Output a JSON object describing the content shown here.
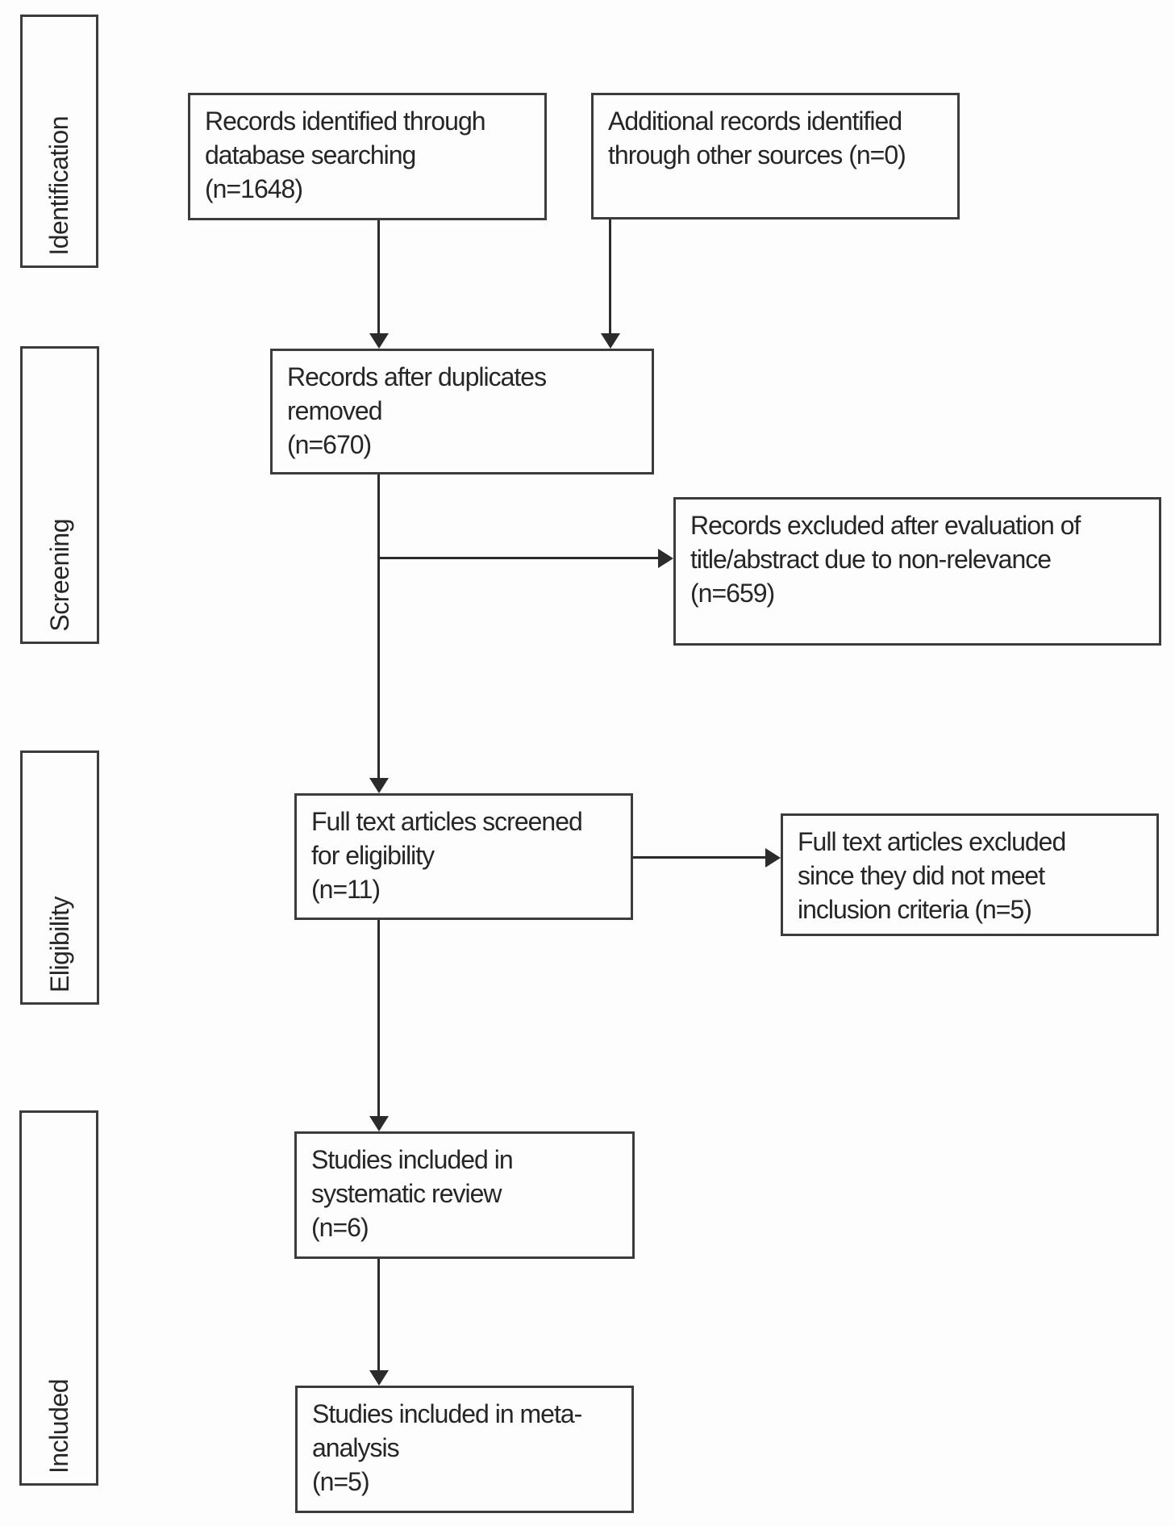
{
  "diagram_type": "prisma-flow-diagram",
  "stages": [
    {
      "label": "Identification"
    },
    {
      "label": "Screening"
    },
    {
      "label": "Eligibility"
    },
    {
      "label": "Included"
    }
  ],
  "nodes": {
    "identified": {
      "text": "Records identified through\ndatabase searching\n(n=1648)",
      "n": 1648
    },
    "additional": {
      "text": "Additional records identified\nthrough other sources (n=0)",
      "n": 0
    },
    "deduplicated": {
      "text": "Records after duplicates\nremoved\n(n=670)",
      "n": 670
    },
    "excluded_screening": {
      "text": "Records excluded after evaluation of\ntitle/abstract due to non-relevance\n(n=659)",
      "n": 659
    },
    "fulltext_screened": {
      "text": "Full text articles screened\nfor eligibility\n(n=11)",
      "n": 11
    },
    "excluded_fulltext": {
      "text": "Full text articles excluded\nsince they did not meet\ninclusion criteria (n=5)",
      "n": 5
    },
    "systematic_review": {
      "text": "Studies included in\nsystematic review\n(n=6)",
      "n": 6
    },
    "meta_analysis": {
      "text": "Studies included in meta-\nanalysis\n(n=5)",
      "n": 5
    }
  },
  "connections": [
    {
      "from": "identified",
      "to": "deduplicated",
      "direction": "down"
    },
    {
      "from": "additional",
      "to": "deduplicated",
      "direction": "down"
    },
    {
      "from": "deduplicated",
      "to": "excluded_screening",
      "direction": "right"
    },
    {
      "from": "deduplicated",
      "to": "fulltext_screened",
      "direction": "down"
    },
    {
      "from": "fulltext_screened",
      "to": "excluded_fulltext",
      "direction": "right"
    },
    {
      "from": "fulltext_screened",
      "to": "systematic_review",
      "direction": "down"
    },
    {
      "from": "systematic_review",
      "to": "meta_analysis",
      "direction": "down"
    }
  ],
  "colors": {
    "background": "#fdfdfd",
    "box_border": "#3c3c3c",
    "text": "#262626",
    "arrow": "#2b2b2b"
  }
}
